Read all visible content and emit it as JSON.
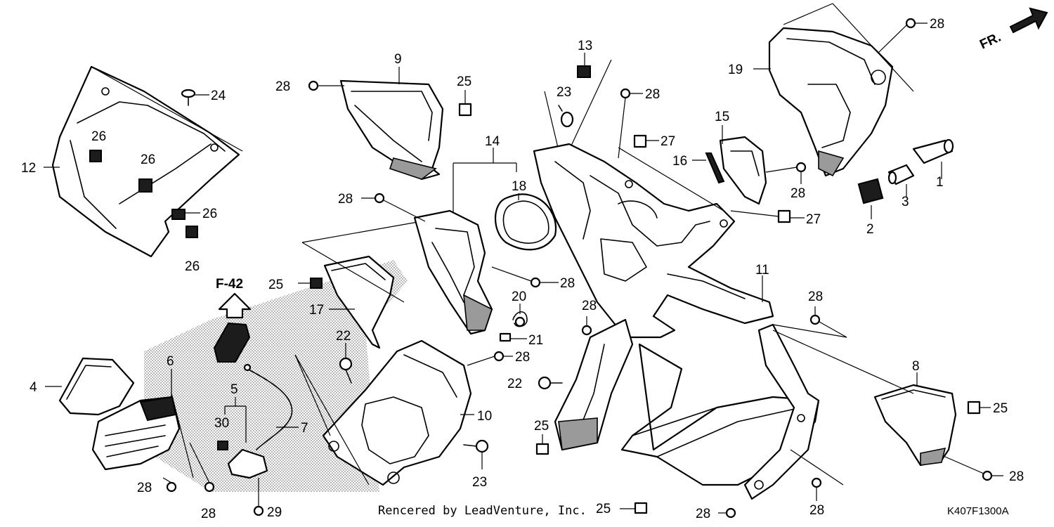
{
  "diagram": {
    "labels": {
      "p1": "1",
      "p2": "2",
      "p3": "3",
      "p4": "4",
      "p5": "5",
      "p6": "6",
      "p7": "7",
      "p8": "8",
      "p9": "9",
      "p10": "10",
      "p11": "11",
      "p12": "12",
      "p13": "13",
      "p14": "14",
      "p15": "15",
      "p16": "16",
      "p17": "17",
      "p18": "18",
      "p19": "19",
      "p20": "20",
      "p21": "21",
      "p22": "22",
      "p23": "23",
      "p24": "24",
      "p25": "25",
      "p26": "26",
      "p27": "27",
      "p28": "28",
      "p29": "29",
      "p30": "30"
    },
    "ref_arrow_label": "F-42",
    "front_label": "FR.",
    "credit": "Rencered by LeadVenture, Inc.",
    "diagram_code": "K407F1300A",
    "colors": {
      "line": "#000000",
      "shade": "#9a9a9a",
      "dots": "#cfcfcf"
    }
  }
}
